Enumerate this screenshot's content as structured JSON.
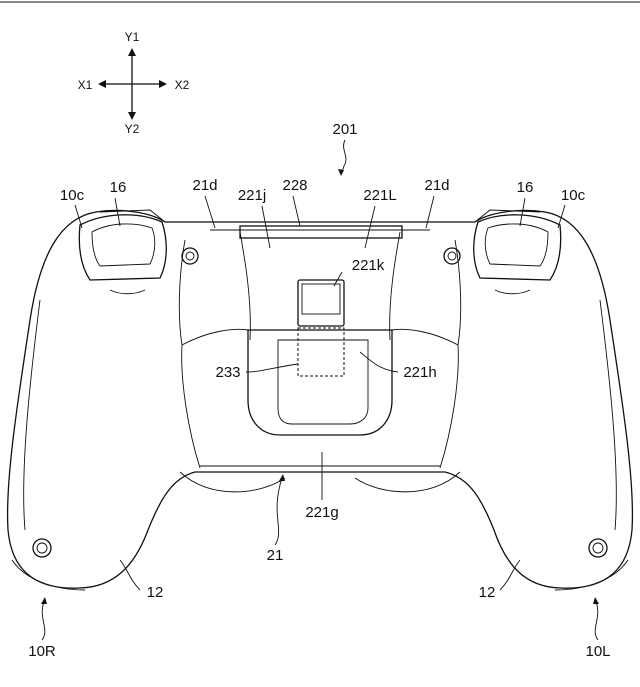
{
  "axes": {
    "y1": "Y1",
    "y2": "Y2",
    "x1": "X1",
    "x2": "X2"
  },
  "labels": {
    "l201": "201",
    "l10c_left": "10c",
    "l16_left": "16",
    "l21d_left": "21d",
    "l221j": "221j",
    "l228": "228",
    "l221L": "221L",
    "l21d_right": "21d",
    "l16_right": "16",
    "l10c_right": "10c",
    "l221k": "221k",
    "l233": "233",
    "l221h": "221h",
    "l221g": "221g",
    "l21": "21",
    "l12_left": "12",
    "l12_right": "12",
    "l10R": "10R",
    "l10L": "10L"
  }
}
